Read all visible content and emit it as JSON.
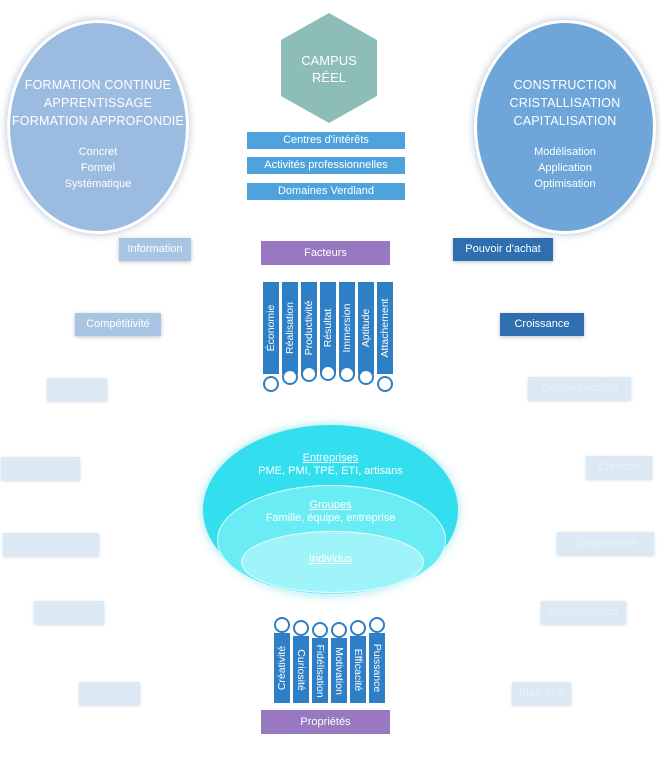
{
  "left_circle": {
    "lines": [
      "FORMATION CONTINUE",
      "APPRENTISSAGE",
      "FORMATION APPROFONDIE"
    ],
    "sub": [
      "Concret",
      "Formel",
      "Systématique"
    ]
  },
  "right_circle": {
    "lines": [
      "CONSTRUCTION",
      "CRISTALLISATION",
      "CAPITALISATION"
    ],
    "sub": [
      "Modélisation",
      "Application",
      "Optimisation"
    ]
  },
  "campus": {
    "line1": "CAMPUS",
    "line2": "RÉEL"
  },
  "center_bars": [
    "Centres d'intérêts",
    "Activités professionnelles",
    "Domaines Verdland"
  ],
  "left_tags": {
    "information": "Information",
    "competitivite": "Compétitivité"
  },
  "right_tags": {
    "pouvoir_achat": "Pouvoir d'achat",
    "croissance": "Croissance"
  },
  "faded_right": [
    "Communication",
    "Création",
    "Compétence",
    "Connaissance",
    "Bien-être"
  ],
  "facteurs": {
    "title": "Facteurs",
    "items": [
      "Économie",
      "Réalisation",
      "Productivité",
      "Résultat",
      "Immersion",
      "Aptitude",
      "Attachement"
    ]
  },
  "ellipses": {
    "outer_title": "Entreprises",
    "outer_sub": "PME, PMI, TPE, ETI, artisans",
    "middle_title": "Groupes",
    "middle_sub": "Famille, équipe, entreprise",
    "inner_title": "Individus"
  },
  "proprietes": {
    "title": "Propriétés",
    "items": [
      "Créativité",
      "Curiosité",
      "Fidélisation",
      "Motivation",
      "Efficacité",
      "Puissance"
    ]
  },
  "colors": {
    "left_circle": "#9bbce0",
    "right_circle": "#6fa6da",
    "hexagon": "#8cbdb8",
    "bars": "#4fa3dc",
    "purple": "#9878c0",
    "columns": "#2e7fc6",
    "cyan": "#38e0f0"
  }
}
